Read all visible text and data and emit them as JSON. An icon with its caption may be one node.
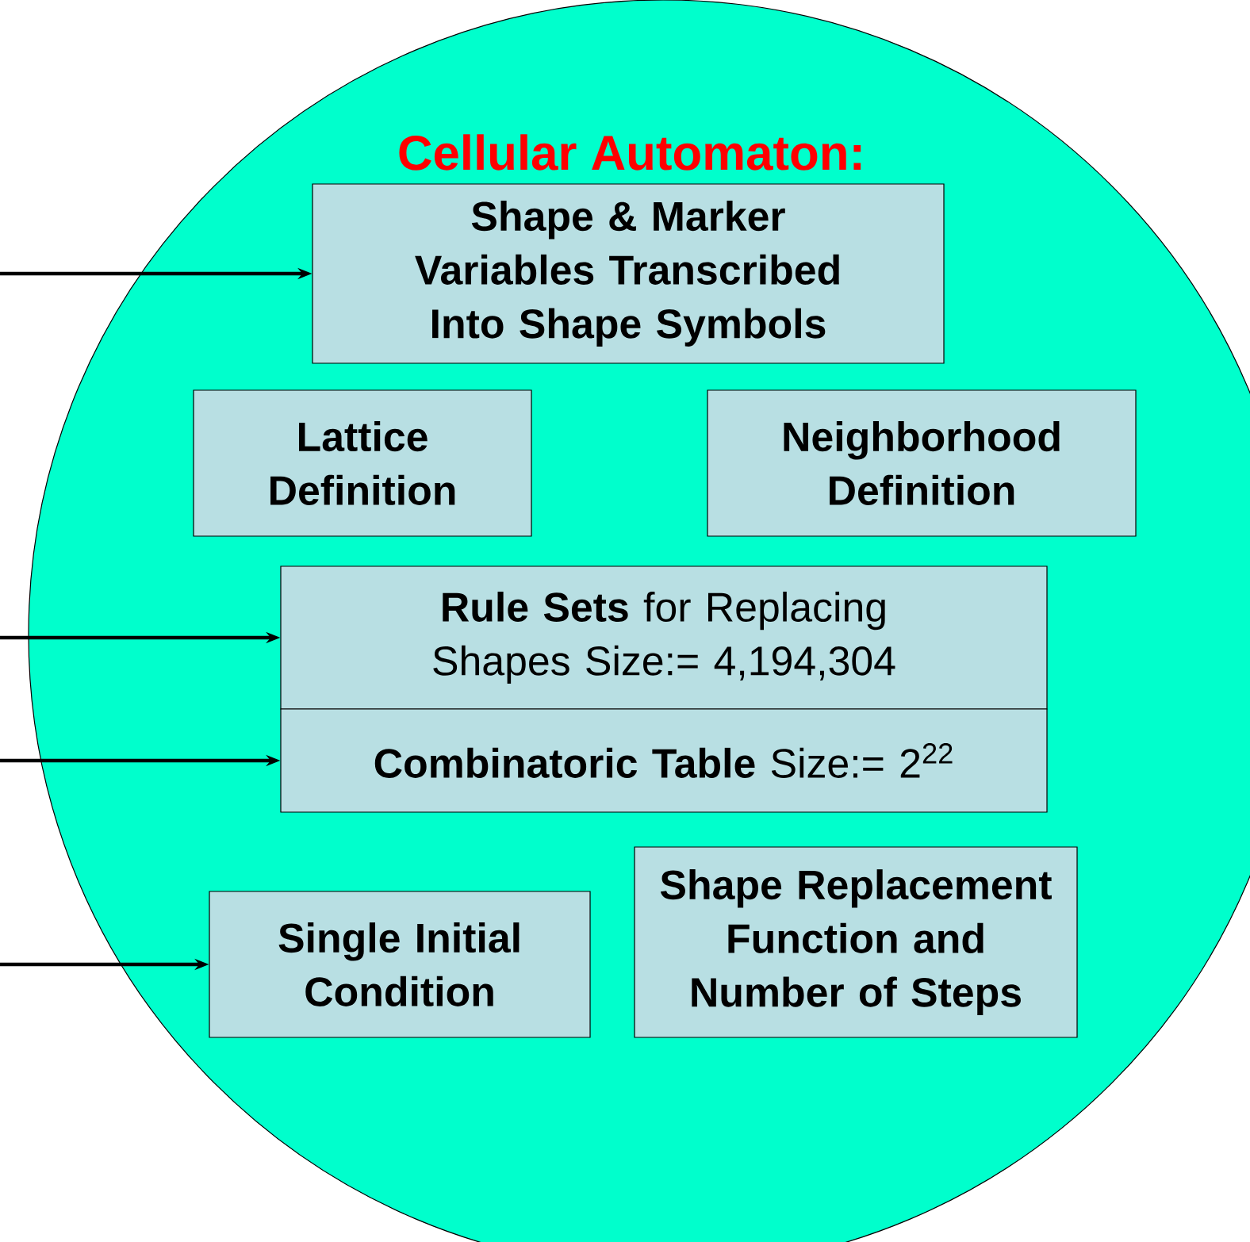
{
  "diagram": {
    "nodes": [
      {
        "text": [
          "Cellular Automaton:"
        ]
      },
      {
        "text": [
          "Shape & Marker Variables Transcribed Into Shape Symbols"
        ],
        "in": 0
      },
      {
        "text": [
          "Lattice Definition"
        ],
        "in": 0
      },
      {
        "text": [
          "Neighborhood Definition"
        ],
        "in": 0
      },
      {
        "text": [
          "**Rule Sets** for Replacing Shapes Size:= 4,194,304"
        ],
        "in": 0
      },
      {
        "text": [
          "**Combinatoric Table** Size:= 2$^{22}$"
        ],
        "in": 0
      },
      {
        "text": [
          "Single Initial Condition"
        ],
        "in": 0
      },
      {
        "text": [
          "Shape Replacement Function and Number of Steps"
        ],
        "in": 0
      }
    ],
    "edges": [
      {
        "from": null,
        "to": 1,
        "arrow": "to"
      },
      {
        "from": null,
        "to": 4,
        "arrow": "to"
      },
      {
        "from": null,
        "to": 5,
        "arrow": "to"
      },
      {
        "from": null,
        "to": 6,
        "arrow": "to"
      }
    ]
  }
}
